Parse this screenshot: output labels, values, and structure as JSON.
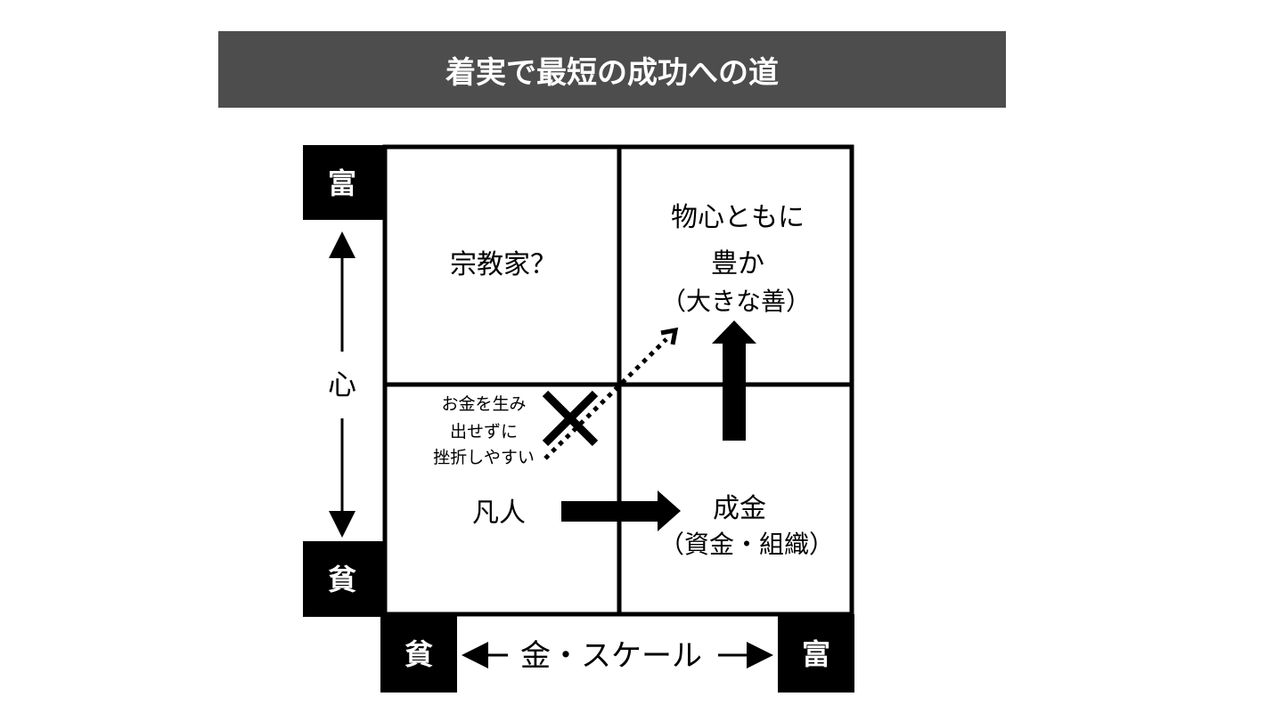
{
  "title": "着実で最短の成功への道",
  "axes": {
    "y_label": "心",
    "y_top": "富",
    "y_bottom": "貧",
    "x_label": "金・スケール",
    "x_left": "貧",
    "x_right": "富"
  },
  "quadrants": {
    "top_left": "宗教家？",
    "top_right": [
      "物心ともに",
      "豊か",
      "（大きな善）"
    ],
    "bottom_left": "凡人",
    "bottom_right": [
      "成金",
      "（資金・組織）"
    ]
  },
  "note": [
    "お金を生み",
    "出せずに",
    "挫折しやすい"
  ],
  "colors": {
    "title_bg": "#4d4d4d",
    "ink": "#000000"
  }
}
